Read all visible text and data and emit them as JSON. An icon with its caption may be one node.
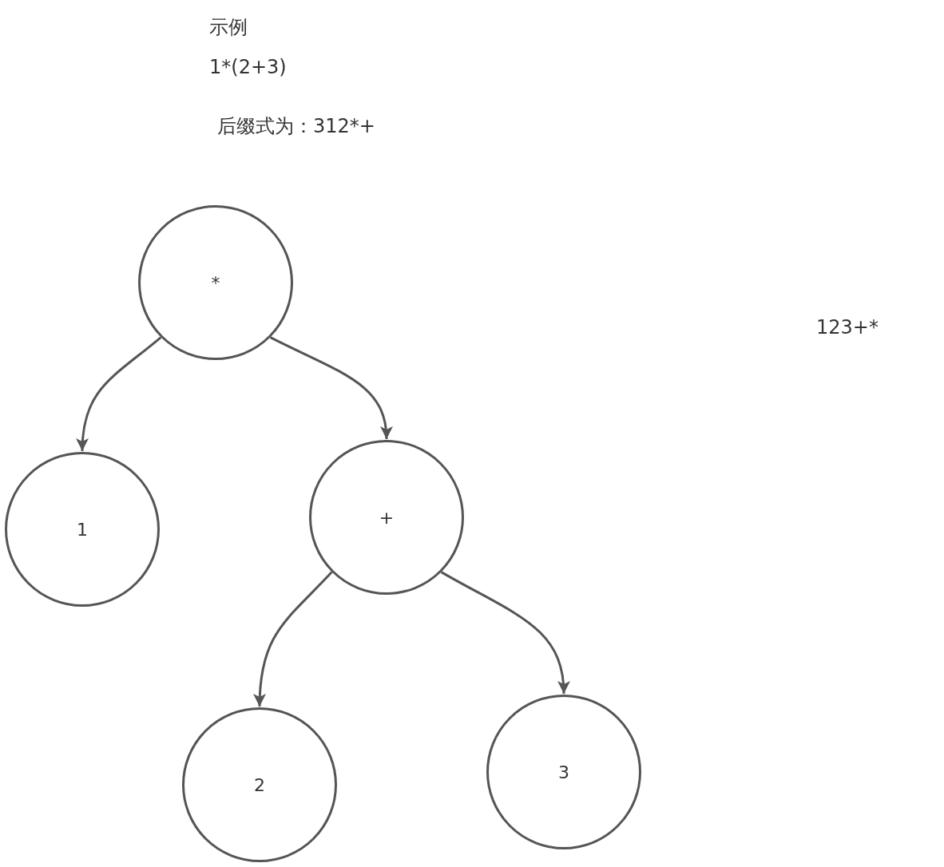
{
  "diagram": {
    "nodes": [
      {
        "text": [
          "*"
        ]
      },
      {
        "text": [
          "1"
        ]
      },
      {
        "text": [
          "+"
        ]
      },
      {
        "text": [
          "2"
        ]
      },
      {
        "text": [
          "3"
        ]
      }
    ],
    "edges": [
      {
        "from": 0,
        "to": 1,
        "arrow": "to"
      },
      {
        "from": 0,
        "to": 2,
        "arrow": "to"
      },
      {
        "from": 2,
        "to": 3,
        "arrow": "to"
      },
      {
        "from": 2,
        "to": 4,
        "arrow": "to"
      }
    ],
    "labels": [
      "示例",
      "1*(2+3)",
      "后缀式为：312*+",
      "123+*"
    ]
  }
}
